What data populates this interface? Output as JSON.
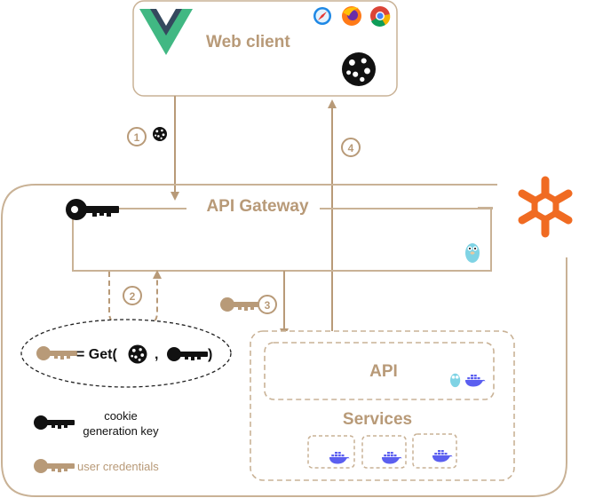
{
  "web_client": {
    "label": "Web client"
  },
  "gateway": {
    "label": "API Gateway"
  },
  "formula": {
    "text": "= Get(",
    "comma": ",",
    "close": ")"
  },
  "api_box": {
    "label": "API"
  },
  "services_box": {
    "label": "Services"
  },
  "steps": {
    "one": "1",
    "two": "2",
    "three": "3",
    "four": "4"
  },
  "legend": {
    "cookie_key_line1": "cookie",
    "cookie_key_line2": "generation key",
    "user_credentials": "user credentials"
  },
  "icons": {
    "vue": "vue-logo-icon",
    "safari": "safari-icon",
    "firefox": "firefox-icon",
    "chrome": "chrome-icon",
    "cookie": "cookie-icon",
    "key_black": "key-icon",
    "key_tan": "key-icon",
    "gopher": "gopher-icon",
    "docker": "docker-icon",
    "snowflake": "snowflake-logo-icon"
  },
  "colors": {
    "tan": "#b89a78",
    "dark": "#222222",
    "vue_green": "#41b883",
    "vue_dark": "#34495e",
    "docker_blue": "#5b5ff0",
    "brand_orange": "#f06b22",
    "gopher": "#7fd3e4"
  }
}
